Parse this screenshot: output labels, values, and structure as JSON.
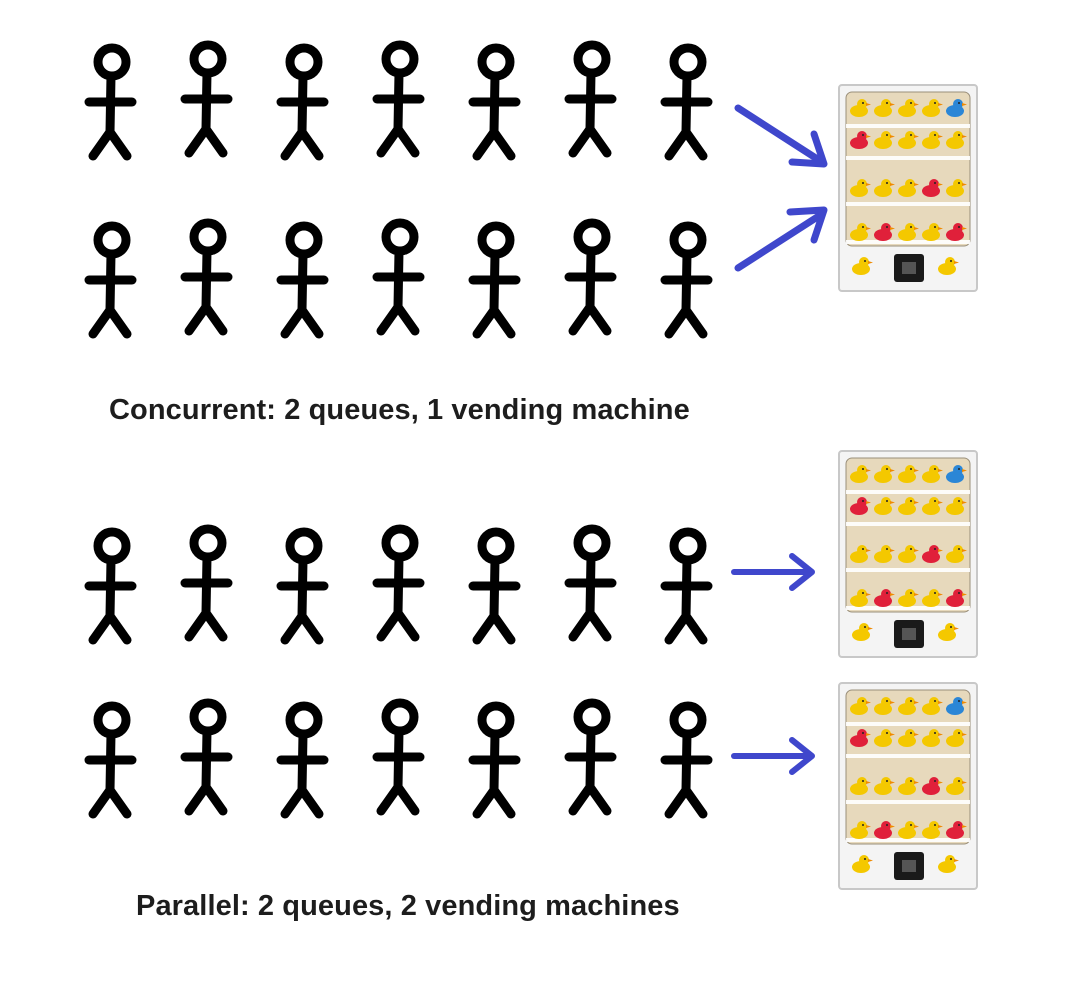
{
  "concurrent": {
    "caption": "Concurrent: 2 queues, 1 vending machine",
    "queues": 2,
    "people_per_queue": 7,
    "machines": 1
  },
  "parallel": {
    "caption": "Parallel: 2 queues, 2 vending machines",
    "queues": 2,
    "people_per_queue": 7,
    "machines": 2
  },
  "colors": {
    "figure": "#000000",
    "arrow": "#3f47cc",
    "machine_frame": "#c8c8c8",
    "machine_interior": "#e7d9bc",
    "duck_yellow": "#f4c800",
    "duck_red": "#e0203a",
    "duck_blue": "#2b86d6",
    "duck_beak": "#f08a00"
  },
  "icons": {
    "person": "stick-figure-icon",
    "arrow": "arrow-icon",
    "machine": "vending-machine-icon",
    "duck": "rubber-duck-icon"
  }
}
